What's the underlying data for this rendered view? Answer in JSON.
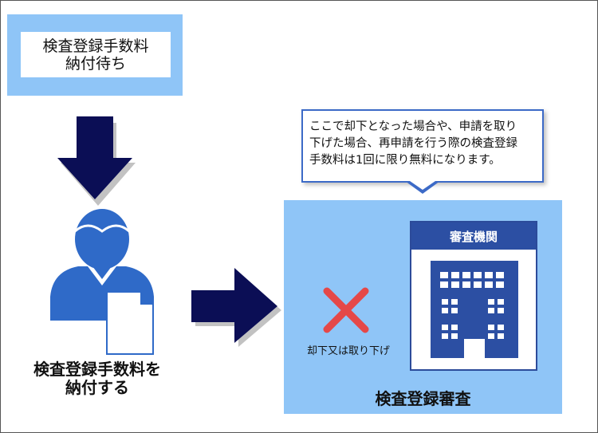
{
  "status": {
    "line1": "検査登録手数料",
    "line2": "納付待ち"
  },
  "action": {
    "line1": "検査登録手数料を",
    "line2": "納付する"
  },
  "note": {
    "line1": "ここで却下となった場合や、申請を取り",
    "line2": "下げた場合、再申請を行う際の検査登録",
    "line3": "手数料は1回に限り無料になります。"
  },
  "rejection_label": "却下又は取り下げ",
  "agency": {
    "header": "審査機関"
  },
  "review_title": "検査登録審査",
  "colors": {
    "panel": "#8fc5f7",
    "arrow": "#0b0e55",
    "person": "#2f6ac8",
    "cross": "#e54848",
    "agency": "#2c4fa3"
  }
}
